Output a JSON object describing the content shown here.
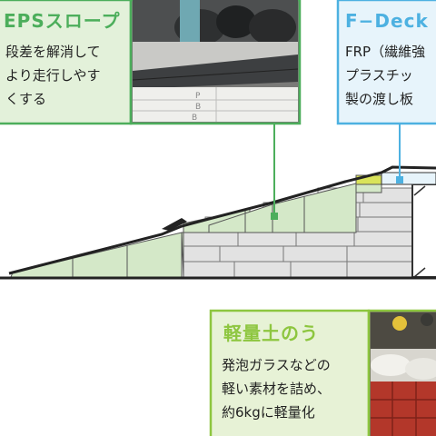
{
  "callouts": {
    "eps": {
      "title": "EPSスロープ",
      "lines": [
        "段差を解消して",
        "より走行しやす",
        "くする"
      ]
    },
    "fdeck": {
      "title": "F−Deck",
      "lines": [
        "FRP（繊維強",
        "プラスチッ",
        "製の渡し板"
      ]
    },
    "soil": {
      "title": "軽量土のう",
      "lines": [
        "発泡ガラスなどの",
        "軽い素材を詰め、",
        "約6kgに軽量化"
      ]
    }
  },
  "photo_marks": [
    "P",
    "B",
    "B"
  ],
  "colors": {
    "eps_accent": "#4cae5b",
    "eps_fill": "#e3f1da",
    "fdeck_accent": "#4db1e1",
    "fdeck_fill": "#e7f4fb",
    "soil_accent": "#8dc63f",
    "soil_fill": "#e7f2d6",
    "block_gray": "#e2e2e2",
    "slope_green": "#d4e8c8",
    "yellow": "#d9e35a",
    "ground_line": "#222222"
  },
  "icons": [
    "eps-slope-photo",
    "f-deck-photo",
    "lightweight-sandbag-photo"
  ]
}
